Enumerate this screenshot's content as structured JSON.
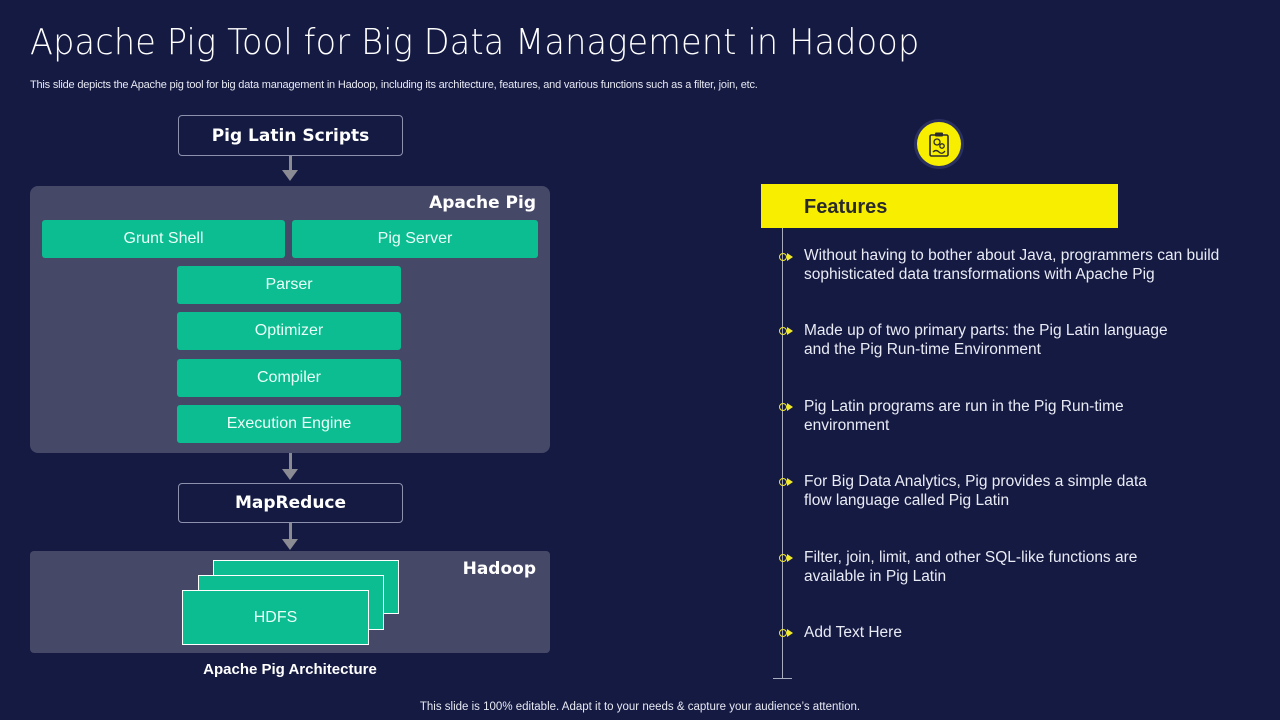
{
  "header": {
    "title": "Apache Pig Tool for Big Data Management in Hadoop",
    "subtitle": "This slide depicts the Apache pig tool for  big data management in Hadoop, including its architecture, features, and various functions such as a filter, join, etc."
  },
  "diagram": {
    "top_box": "Pig Latin Scripts",
    "apache_pig_panel": {
      "label": "Apache Pig",
      "row_boxes": [
        "Grunt Shell",
        "Pig Server"
      ],
      "stack_boxes": [
        "Parser",
        "Optimizer",
        "Compiler",
        "Execution Engine"
      ]
    },
    "middle_box": "MapReduce",
    "hadoop_panel": {
      "label": "Hadoop",
      "storage": "HDFS"
    },
    "caption": "Apache Pig Architecture"
  },
  "features": {
    "icon": "clipboard-gears-icon",
    "heading": "Features",
    "items": [
      "Without having to bother about Java, programmers can build sophisticated data transformations with Apache Pig",
      "Made up of two primary parts: the Pig Latin language and the Pig Run-time Environment",
      "Pig Latin programs are run in the Pig Run-time environment",
      "For Big Data Analytics, Pig provides a simple data flow language called Pig Latin",
      "Filter, join, limit, and other SQL-like functions are available in Pig Latin",
      "Add Text Here"
    ]
  },
  "footer": {
    "text": "This slide is 100% editable. Adapt it to your needs & capture your audience’s attention."
  },
  "colors": {
    "background": "#151a42",
    "panel": "#464867",
    "teal": "#0bbd91",
    "yellow": "#f8ef00"
  }
}
